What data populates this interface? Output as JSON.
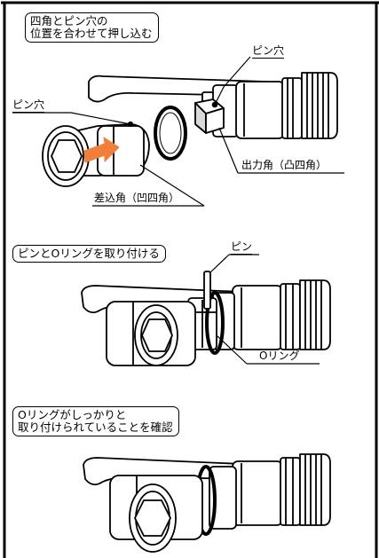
{
  "step1": {
    "instruction_line1": "四角とピン穴の",
    "instruction_line2": "位置を合わせて押し込む",
    "label_pin_hole_right": "ピン穴",
    "label_pin_hole_left": "ピン穴",
    "label_output_square": "出力角（凸四角）",
    "label_insert_square": "差込角（凹四角）"
  },
  "step2": {
    "instruction": "ピンとOリングを取り付ける",
    "label_pin": "ピン",
    "label_oring": "Oリング"
  },
  "step3": {
    "instruction_line1": "Oリングがしっかりと",
    "instruction_line2": "取り付けられていることを確認"
  },
  "colors": {
    "arrow": "#f07f3c",
    "line": "#000000",
    "shade": "#d9d9d9"
  }
}
